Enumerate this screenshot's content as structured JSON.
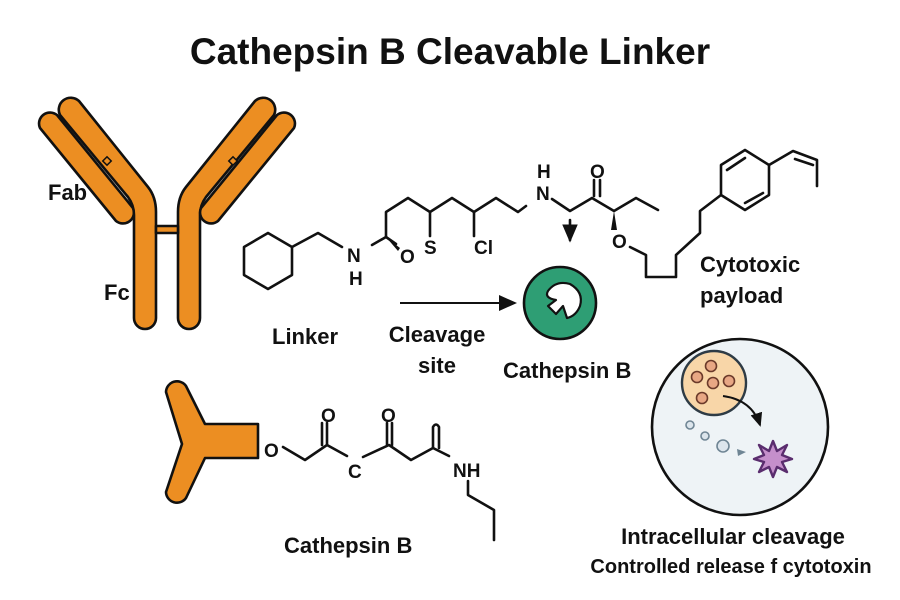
{
  "title": "Cathepsin B Cleavable Linker",
  "antibody": {
    "label_fab": "Fab",
    "label_fc": "Fc",
    "color": "#EC8E22"
  },
  "molecule_top": {
    "atoms": {
      "nh1_n": "N",
      "nh1_h": "H",
      "o1": "O",
      "s": "S",
      "cl": "Cl",
      "nh2_h": "H",
      "nh2_n": "N",
      "o2": "O",
      "o3": "O"
    }
  },
  "labels": {
    "linker": "Linker",
    "cleavage_line1": "Cleavage",
    "cleavage_line2": "site",
    "enzyme": "Cathepsin B",
    "payload_line1": "Cytotoxic",
    "payload_line2": "payload",
    "bottom_enzyme": "Cathepsin B",
    "cell_line1": "Intracellular cleavage",
    "cell_line2": "Controlled release f cytotoxin"
  },
  "molecule_bottom": {
    "atoms": {
      "o_link": "O",
      "o_a": "O",
      "c_mid": "C",
      "o_b": "O",
      "nh": "NH"
    }
  },
  "colors": {
    "enzyme_green": "#2E9E74",
    "cell_fill": "#EEF3F6",
    "vesicle_fill": "#F8D6A8",
    "payload_purple": "#C58FCB",
    "payload_stroke": "#5A2D6E",
    "dot_fill": "#DCE5EC",
    "dot_stroke": "#6F8594"
  }
}
